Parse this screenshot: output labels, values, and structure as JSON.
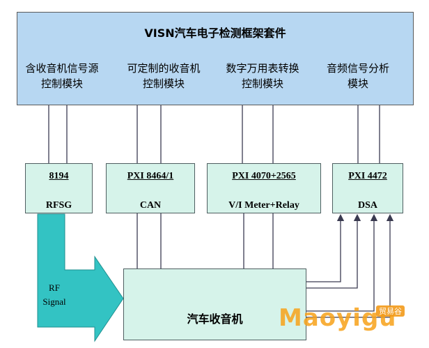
{
  "suite": {
    "title": "VISN汽车电子检测框架套件",
    "modules": [
      {
        "line1": "含收音机信号源",
        "line2": "控制模块"
      },
      {
        "line1": "可定制的收音机",
        "line2": "控制模块"
      },
      {
        "line1": "数字万用表转换",
        "line2": "控制模块"
      },
      {
        "line1": "音频信号分析",
        "line2": "模块"
      }
    ]
  },
  "devices": [
    {
      "code": "8194",
      "name": "RFSG"
    },
    {
      "code": "PXI 8464/1",
      "name": "CAN"
    },
    {
      "code": "PXI 4070+2565",
      "name": "V/I Meter+Relay"
    },
    {
      "code": "PXI 4472",
      "name": "DSA"
    }
  ],
  "dut": {
    "label": "汽车收音机"
  },
  "rf_arrow": {
    "line1": "RF",
    "line2": "Signal",
    "color": "#33c3c3"
  },
  "watermark": {
    "text": "Maoyigu",
    "badge": "贸易谷"
  },
  "colors": {
    "suite_fill": "#b7d7f2",
    "device_fill": "#d6f3ea",
    "line": "#3a3a50"
  }
}
